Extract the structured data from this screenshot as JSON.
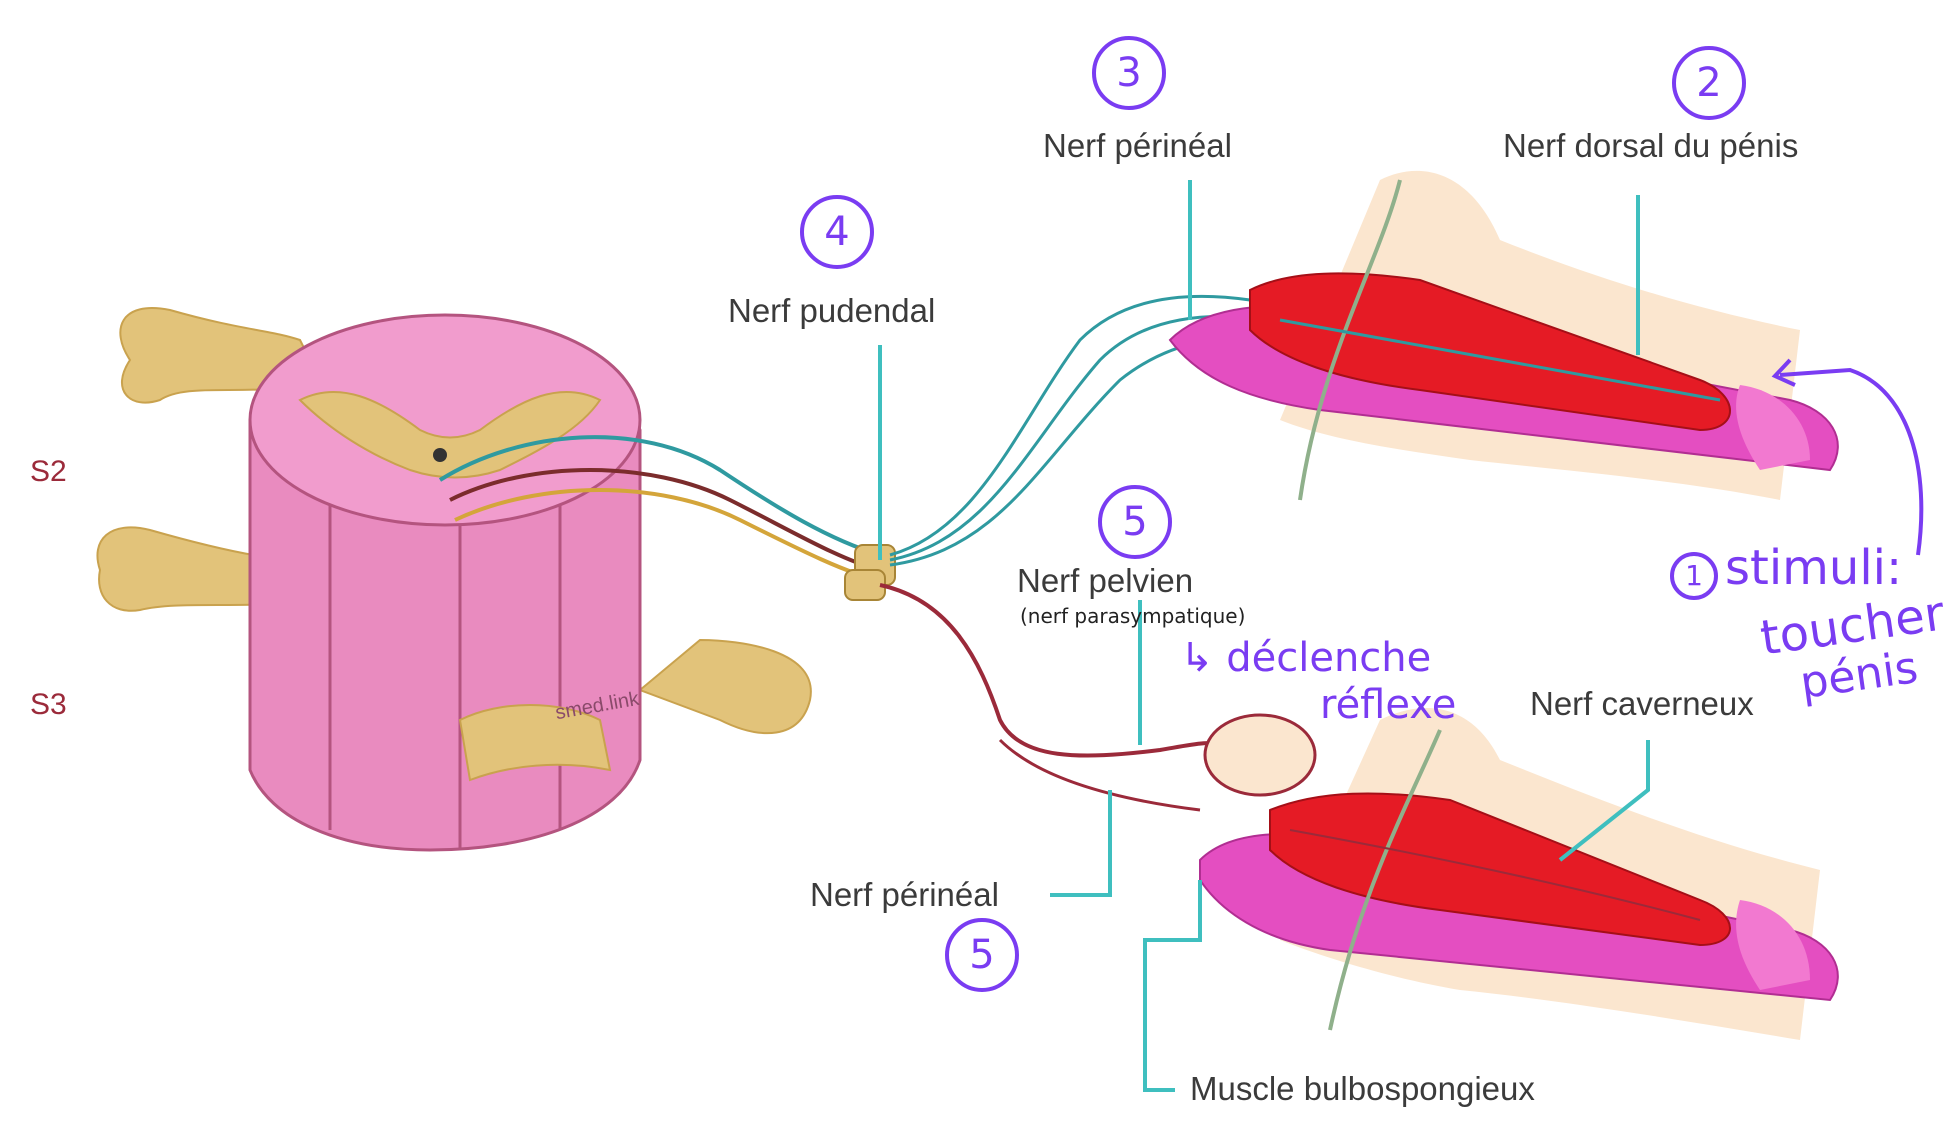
{
  "segments": {
    "s2": "S2",
    "s3": "S3"
  },
  "labels": {
    "nerf_perineal_top": "Nerf périnéal",
    "nerf_dorsal": "Nerf dorsal du pénis",
    "nerf_pudendal": "Nerf pudendal",
    "nerf_pelvien": "Nerf pelvien",
    "nerf_caverneux": "Nerf caverneux",
    "nerf_perineal_bottom": "Nerf périnéal",
    "muscle_bulbo": "Muscle bulbospongieux"
  },
  "annotations": {
    "num_1": "1",
    "num_2": "2",
    "num_3": "3",
    "num_4": "4",
    "num_5a": "5",
    "num_5b": "5",
    "parasympathique": "(nerf parasympatique)",
    "declenche_1": "↳ déclenche",
    "declenche_2": "réflexe",
    "stimuli_1": "stimuli:",
    "stimuli_2": "toucher",
    "stimuli_3": "pénis"
  },
  "watermark": "smed.link",
  "colors": {
    "annotation": "#7a3cf2",
    "label_line": "#3fbfbf",
    "segment_text": "#9b2a3a",
    "cord": "#e98bbf",
    "ganglia": "#e2c37a"
  }
}
